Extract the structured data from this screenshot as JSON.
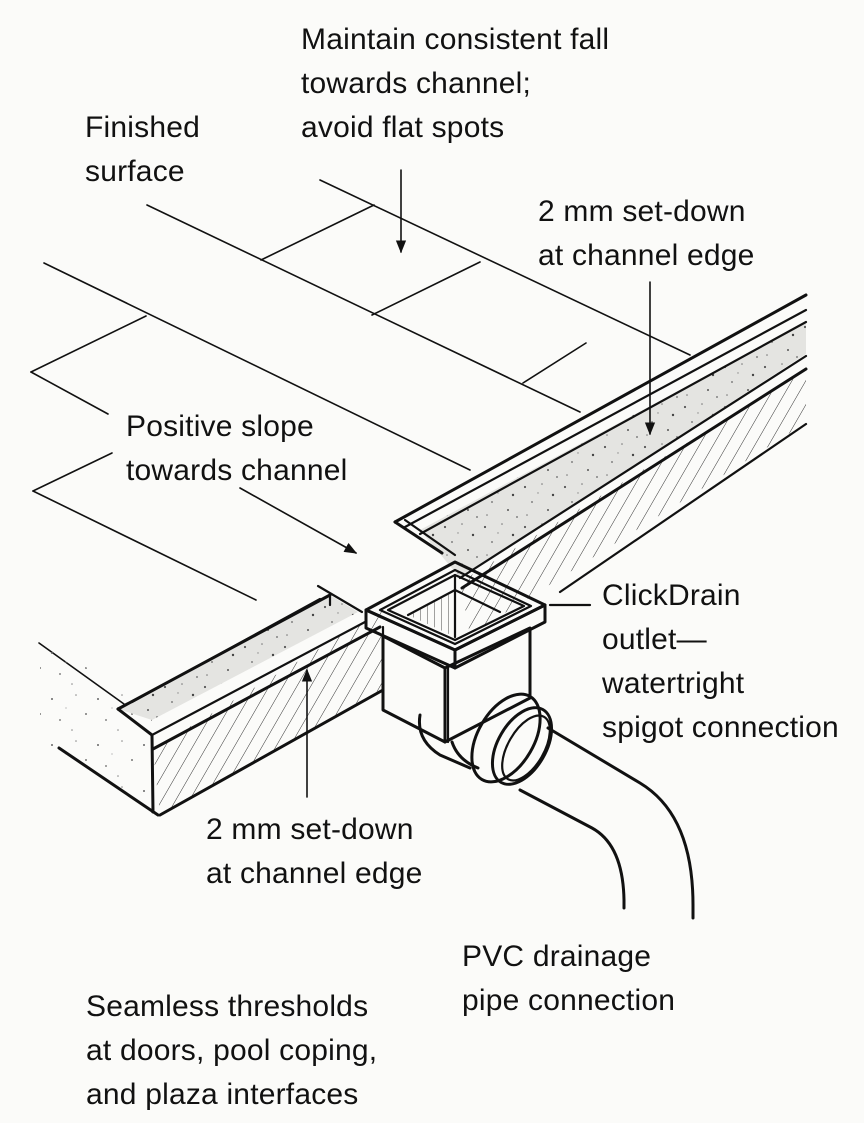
{
  "diagram": {
    "type": "isometric-construction-detail",
    "subject": "Channel drain with outlet and PVC pipe connection",
    "colors": {
      "background": "#fbfbf9",
      "line": "#111111",
      "channel_fill": "#e6e6e3"
    }
  },
  "labels": {
    "finished_surface": [
      "Finished",
      "surface"
    ],
    "maintain_fall": [
      "Maintain consistent fall",
      "towards channel;",
      "avoid flat spots"
    ],
    "setdown_upper": [
      "2 mm set-down",
      "at channel edge"
    ],
    "positive_slope": [
      "Positive slope",
      "towards channel"
    ],
    "clickdrain_outlet": [
      "ClickDrain",
      "outlet—",
      "watertright",
      "spigot connection"
    ],
    "setdown_lower": [
      "2 mm set-down",
      "at channel edge"
    ],
    "pvc_pipe": [
      "PVC drainage",
      "pipe connection"
    ],
    "seamless_thresholds": [
      "Seamless thresholds",
      "at doors, pool coping,",
      "and plaza interfaces"
    ]
  }
}
